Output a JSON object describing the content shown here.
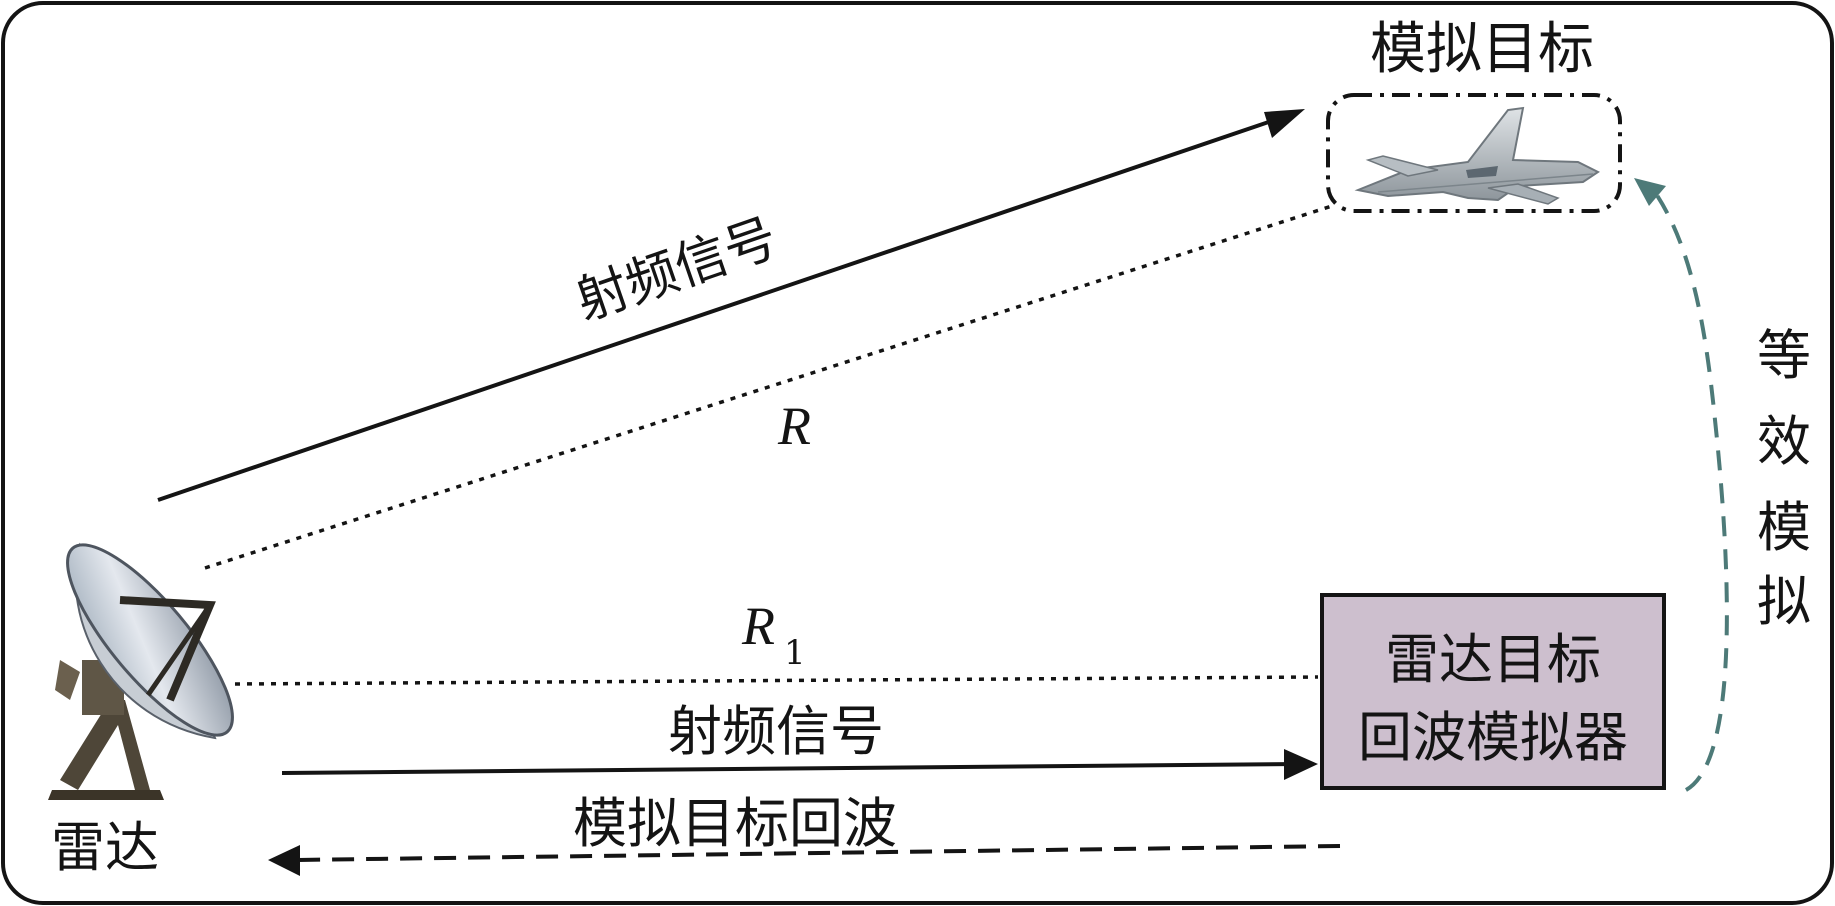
{
  "diagram": {
    "simulated_target_label": "模拟目标",
    "rf_signal_top_label": "射频信号",
    "range_R_label": "R",
    "range_R1_base": "R",
    "range_R1_sub": "1",
    "rf_signal_bottom_label": "射频信号",
    "echo_label": "模拟目标回波",
    "radar_label": "雷达",
    "simulator_line1": "雷达目标",
    "simulator_line2": "回波模拟器",
    "equivalent_simulation_chars": [
      "等",
      "效",
      "模",
      "拟"
    ],
    "colors": {
      "simulator_fill": "#cdbfce",
      "equivalent_arrow": "#4d7a78",
      "line": "#141414"
    },
    "icons": {
      "radar": "radar-dish-icon",
      "target": "fighter-jet-icon"
    }
  }
}
